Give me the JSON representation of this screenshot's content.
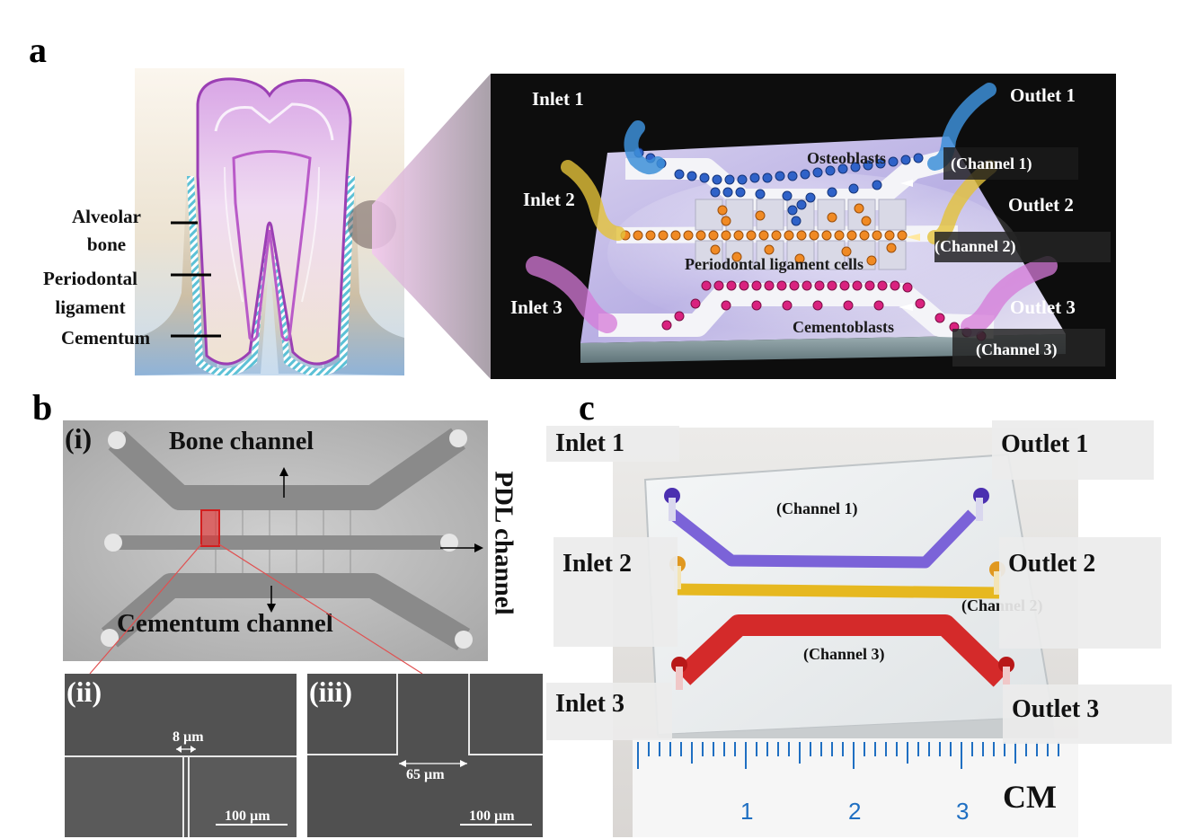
{
  "panels": {
    "a": "a",
    "b": "b",
    "c": "c"
  },
  "tooth": {
    "alveolar_line1": "Alveolar",
    "alveolar_line2": "bone",
    "pdl_line1": "Periodontal",
    "pdl_line2": "ligament",
    "cementum": "Cementum"
  },
  "chip": {
    "inlet1": "Inlet 1",
    "inlet2": "Inlet 2",
    "inlet3": "Inlet 3",
    "outlet1": "Outlet 1",
    "outlet2": "Outlet 2",
    "outlet3": "Outlet 3",
    "channel1": "(Channel 1)",
    "channel2": "(Channel 2)",
    "channel3": "(Channel 3)",
    "osteoblasts": "Osteoblasts",
    "pdl_cells": "Periodontal ligament cells",
    "cementoblasts": "Cementoblasts"
  },
  "micro": {
    "sub_i": "(i)",
    "sub_ii": "(ii)",
    "sub_iii": "(iii)",
    "bone_channel": "Bone channel",
    "pdl_channel": "PDL channel",
    "cementum_channel": "Cementum channel",
    "gap_8": "8 µm",
    "gap_65": "65 µm",
    "scale_ii": "100 µm",
    "scale_iii": "100 µm"
  },
  "photo": {
    "inlet1": "Inlet 1",
    "inlet2": "Inlet 2",
    "inlet3": "Inlet 3",
    "outlet1": "Outlet 1",
    "outlet2": "Outlet 2",
    "outlet3": "Outlet 3",
    "channel1": "(Channel 1)",
    "channel2": "(Channel 2)",
    "channel3": "(Channel 3)",
    "ruler_1": "1",
    "ruler_2": "2",
    "ruler_3": "3",
    "ruler_unit": "CM"
  },
  "colors": {
    "bone_cells": "#2f62c8",
    "pdl_cells": "#f08a24",
    "cementoblasts": "#d9227f",
    "channel1_dye": "#7b63d8",
    "channel2_dye": "#e6b820",
    "channel3_dye": "#d42a2a"
  }
}
